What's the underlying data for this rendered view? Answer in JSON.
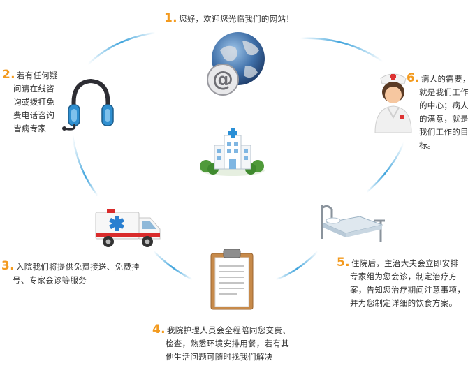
{
  "colors": {
    "step_number": "#f39a1e",
    "text": "#333333",
    "arc": "#3ea3dc",
    "hospital_green": "#4f9a3a",
    "cross_blue": "#2a8fd6"
  },
  "steps": [
    {
      "number": "1.",
      "lines": [
        "您好，欢迎您光临我们的网站！"
      ],
      "icon": "globe-at-icon"
    },
    {
      "number": "2.",
      "lines": [
        "若有任何疑",
        "问请在线咨",
        "询或拨打免",
        "费电话咨询",
        "皆病专家"
      ],
      "icon": "headset-icon"
    },
    {
      "number": "3.",
      "lines": [
        "入院我们将提供免费接送、免费挂",
        "号、专家会诊等服务"
      ],
      "icon": "ambulance-icon"
    },
    {
      "number": "4.",
      "lines": [
        "我院护理人员会全程陪同您交费、",
        "检查，熟悉环境安排用餐，若有其",
        "他生活问题可随时找我们解决"
      ],
      "icon": "clipboard-icon"
    },
    {
      "number": "5.",
      "lines": [
        "住院后，主治大夫会立即安排",
        "专家组为您会诊，制定治疗方",
        "案，告知您治疗期间注意事项，",
        "并为您制定详细的饮食方案。"
      ],
      "icon": "hospital-bed-icon"
    },
    {
      "number": "6.",
      "lines": [
        "病人的需要，",
        "就是我们工作",
        "的中心；病人",
        "的满意，就是",
        "我们工作的目",
        "标。"
      ],
      "icon": "nurse-icon"
    }
  ],
  "center_icon": "hospital-building-icon"
}
